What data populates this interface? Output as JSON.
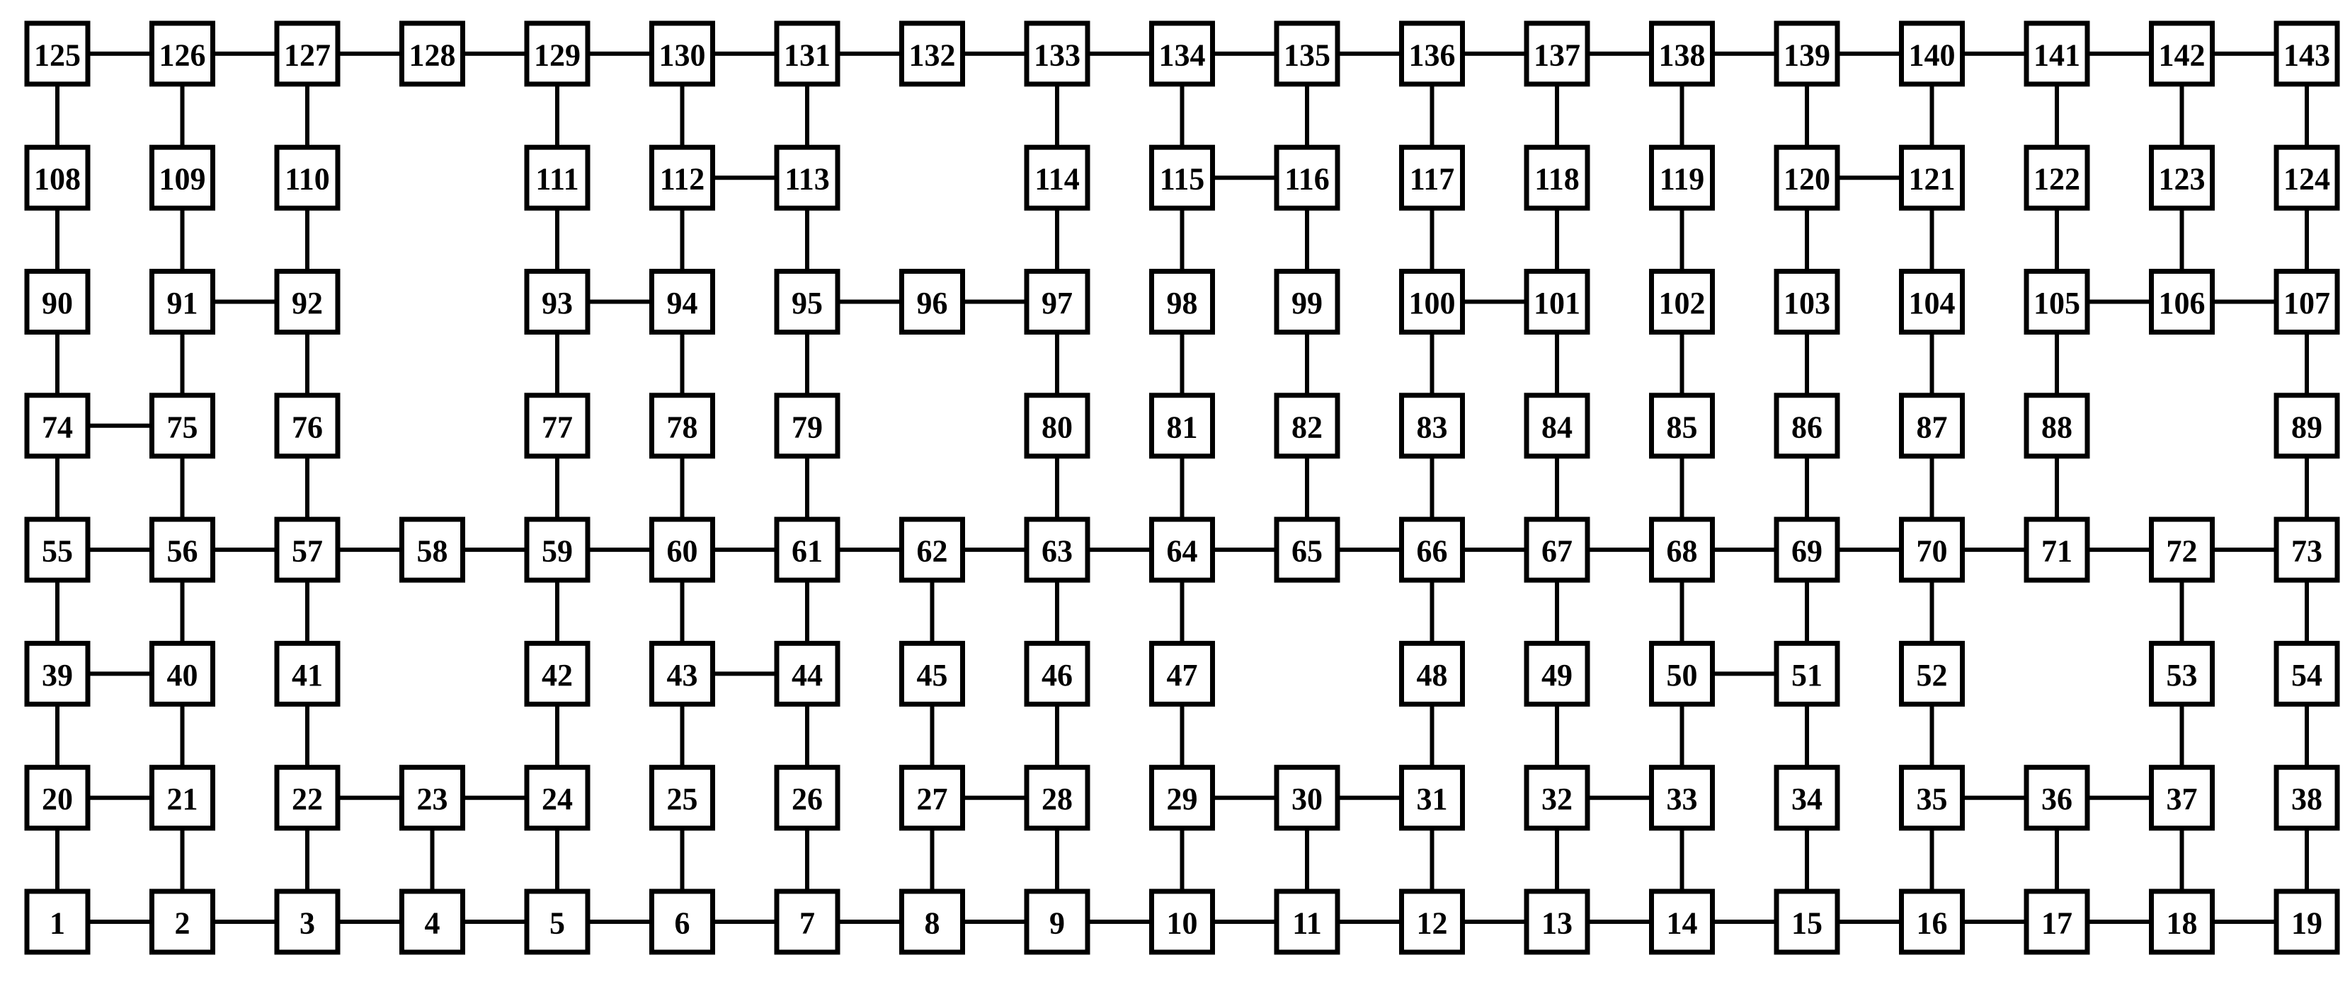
{
  "diagram": {
    "rows": [
      [
        1,
        2,
        3,
        4,
        5,
        6,
        7,
        8,
        9,
        10,
        11,
        12,
        13,
        14,
        15,
        16,
        17,
        18,
        19
      ],
      [
        20,
        21,
        22,
        23,
        24,
        25,
        26,
        27,
        28,
        29,
        30,
        31,
        32,
        33,
        34,
        35,
        36,
        37,
        38
      ],
      [
        39,
        40,
        41,
        null,
        42,
        43,
        44,
        45,
        46,
        47,
        null,
        48,
        49,
        50,
        51,
        52,
        null,
        53,
        54
      ],
      [
        55,
        56,
        57,
        58,
        59,
        60,
        61,
        62,
        63,
        64,
        65,
        66,
        67,
        68,
        69,
        70,
        71,
        72,
        73
      ],
      [
        74,
        75,
        76,
        null,
        77,
        78,
        79,
        null,
        80,
        81,
        82,
        83,
        84,
        85,
        86,
        87,
        88,
        null,
        89
      ],
      [
        90,
        91,
        92,
        null,
        93,
        94,
        95,
        96,
        97,
        98,
        99,
        100,
        101,
        102,
        103,
        104,
        105,
        106,
        107
      ],
      [
        108,
        109,
        110,
        null,
        111,
        112,
        113,
        null,
        114,
        115,
        116,
        117,
        118,
        119,
        120,
        121,
        122,
        123,
        124
      ],
      [
        125,
        126,
        127,
        128,
        129,
        130,
        131,
        132,
        133,
        134,
        135,
        136,
        137,
        138,
        139,
        140,
        141,
        142,
        143
      ]
    ],
    "edges": [
      [
        1,
        2
      ],
      [
        2,
        3
      ],
      [
        3,
        4
      ],
      [
        4,
        5
      ],
      [
        5,
        6
      ],
      [
        6,
        7
      ],
      [
        7,
        8
      ],
      [
        8,
        9
      ],
      [
        9,
        10
      ],
      [
        10,
        11
      ],
      [
        11,
        12
      ],
      [
        12,
        13
      ],
      [
        13,
        14
      ],
      [
        14,
        15
      ],
      [
        15,
        16
      ],
      [
        16,
        17
      ],
      [
        17,
        18
      ],
      [
        18,
        19
      ],
      [
        20,
        21
      ],
      [
        22,
        23
      ],
      [
        23,
        24
      ],
      [
        27,
        28
      ],
      [
        29,
        30
      ],
      [
        30,
        31
      ],
      [
        32,
        33
      ],
      [
        35,
        36
      ],
      [
        36,
        37
      ],
      [
        39,
        40
      ],
      [
        43,
        44
      ],
      [
        50,
        51
      ],
      [
        55,
        56
      ],
      [
        56,
        57
      ],
      [
        57,
        58
      ],
      [
        58,
        59
      ],
      [
        59,
        60
      ],
      [
        60,
        61
      ],
      [
        61,
        62
      ],
      [
        62,
        63
      ],
      [
        63,
        64
      ],
      [
        64,
        65
      ],
      [
        65,
        66
      ],
      [
        66,
        67
      ],
      [
        67,
        68
      ],
      [
        68,
        69
      ],
      [
        69,
        70
      ],
      [
        70,
        71
      ],
      [
        71,
        72
      ],
      [
        72,
        73
      ],
      [
        74,
        75
      ],
      [
        91,
        92
      ],
      [
        93,
        94
      ],
      [
        95,
        96
      ],
      [
        96,
        97
      ],
      [
        100,
        101
      ],
      [
        105,
        106
      ],
      [
        106,
        107
      ],
      [
        112,
        113
      ],
      [
        115,
        116
      ],
      [
        120,
        121
      ],
      [
        125,
        126
      ],
      [
        126,
        127
      ],
      [
        127,
        128
      ],
      [
        128,
        129
      ],
      [
        129,
        130
      ],
      [
        130,
        131
      ],
      [
        131,
        132
      ],
      [
        132,
        133
      ],
      [
        133,
        134
      ],
      [
        134,
        135
      ],
      [
        135,
        136
      ],
      [
        136,
        137
      ],
      [
        137,
        138
      ],
      [
        138,
        139
      ],
      [
        139,
        140
      ],
      [
        140,
        141
      ],
      [
        141,
        142
      ],
      [
        142,
        143
      ],
      [
        1,
        20
      ],
      [
        2,
        21
      ],
      [
        3,
        22
      ],
      [
        4,
        23
      ],
      [
        5,
        24
      ],
      [
        6,
        25
      ],
      [
        7,
        26
      ],
      [
        8,
        27
      ],
      [
        9,
        28
      ],
      [
        10,
        29
      ],
      [
        11,
        30
      ],
      [
        12,
        31
      ],
      [
        13,
        32
      ],
      [
        14,
        33
      ],
      [
        15,
        34
      ],
      [
        16,
        35
      ],
      [
        17,
        36
      ],
      [
        18,
        37
      ],
      [
        19,
        38
      ],
      [
        20,
        39
      ],
      [
        21,
        40
      ],
      [
        22,
        41
      ],
      [
        24,
        42
      ],
      [
        25,
        43
      ],
      [
        26,
        44
      ],
      [
        27,
        45
      ],
      [
        28,
        46
      ],
      [
        29,
        47
      ],
      [
        31,
        48
      ],
      [
        32,
        49
      ],
      [
        33,
        50
      ],
      [
        34,
        51
      ],
      [
        35,
        52
      ],
      [
        37,
        53
      ],
      [
        38,
        54
      ],
      [
        39,
        55
      ],
      [
        40,
        56
      ],
      [
        41,
        57
      ],
      [
        42,
        59
      ],
      [
        43,
        60
      ],
      [
        44,
        61
      ],
      [
        45,
        62
      ],
      [
        46,
        63
      ],
      [
        47,
        64
      ],
      [
        48,
        66
      ],
      [
        49,
        67
      ],
      [
        50,
        68
      ],
      [
        51,
        69
      ],
      [
        52,
        70
      ],
      [
        53,
        72
      ],
      [
        54,
        73
      ],
      [
        55,
        74
      ],
      [
        56,
        75
      ],
      [
        57,
        76
      ],
      [
        59,
        77
      ],
      [
        60,
        78
      ],
      [
        61,
        79
      ],
      [
        63,
        80
      ],
      [
        64,
        81
      ],
      [
        65,
        82
      ],
      [
        66,
        83
      ],
      [
        67,
        84
      ],
      [
        68,
        85
      ],
      [
        69,
        86
      ],
      [
        70,
        87
      ],
      [
        71,
        88
      ],
      [
        73,
        89
      ],
      [
        74,
        90
      ],
      [
        75,
        91
      ],
      [
        76,
        92
      ],
      [
        77,
        93
      ],
      [
        78,
        94
      ],
      [
        79,
        95
      ],
      [
        80,
        97
      ],
      [
        81,
        98
      ],
      [
        82,
        99
      ],
      [
        83,
        100
      ],
      [
        84,
        101
      ],
      [
        85,
        102
      ],
      [
        86,
        103
      ],
      [
        87,
        104
      ],
      [
        88,
        105
      ],
      [
        89,
        107
      ],
      [
        90,
        108
      ],
      [
        91,
        109
      ],
      [
        92,
        110
      ],
      [
        93,
        111
      ],
      [
        94,
        112
      ],
      [
        95,
        113
      ],
      [
        97,
        114
      ],
      [
        98,
        115
      ],
      [
        99,
        116
      ],
      [
        100,
        117
      ],
      [
        101,
        118
      ],
      [
        102,
        119
      ],
      [
        103,
        120
      ],
      [
        104,
        121
      ],
      [
        105,
        122
      ],
      [
        106,
        123
      ],
      [
        107,
        124
      ],
      [
        108,
        125
      ],
      [
        109,
        126
      ],
      [
        110,
        127
      ],
      [
        111,
        129
      ],
      [
        112,
        130
      ],
      [
        113,
        131
      ],
      [
        114,
        133
      ],
      [
        115,
        134
      ],
      [
        116,
        135
      ],
      [
        117,
        136
      ],
      [
        118,
        137
      ],
      [
        119,
        138
      ],
      [
        120,
        139
      ],
      [
        121,
        140
      ],
      [
        122,
        141
      ],
      [
        123,
        142
      ],
      [
        124,
        143
      ]
    ]
  }
}
